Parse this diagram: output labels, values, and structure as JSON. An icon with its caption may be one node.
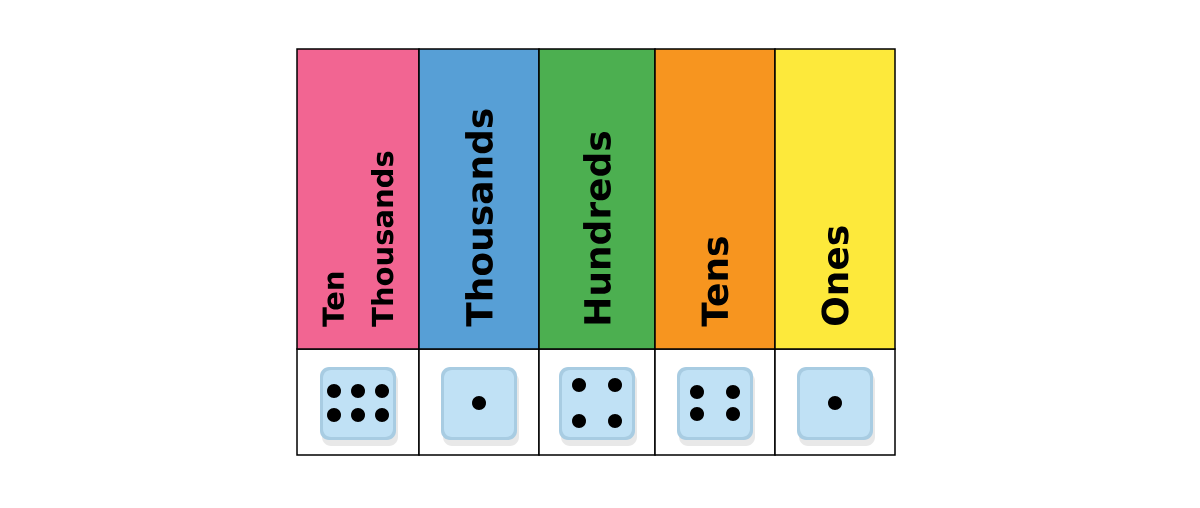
{
  "diagram": {
    "nodes": [
      {
        "text": [
          "Ten Thousands"
        ]
      },
      {
        "text": [
          "Thousands"
        ]
      },
      {
        "text": [
          "Hundreds"
        ]
      },
      {
        "text": [
          "Tens"
        ]
      },
      {
        "text": [
          "Ones"
        ]
      }
    ]
  }
}
